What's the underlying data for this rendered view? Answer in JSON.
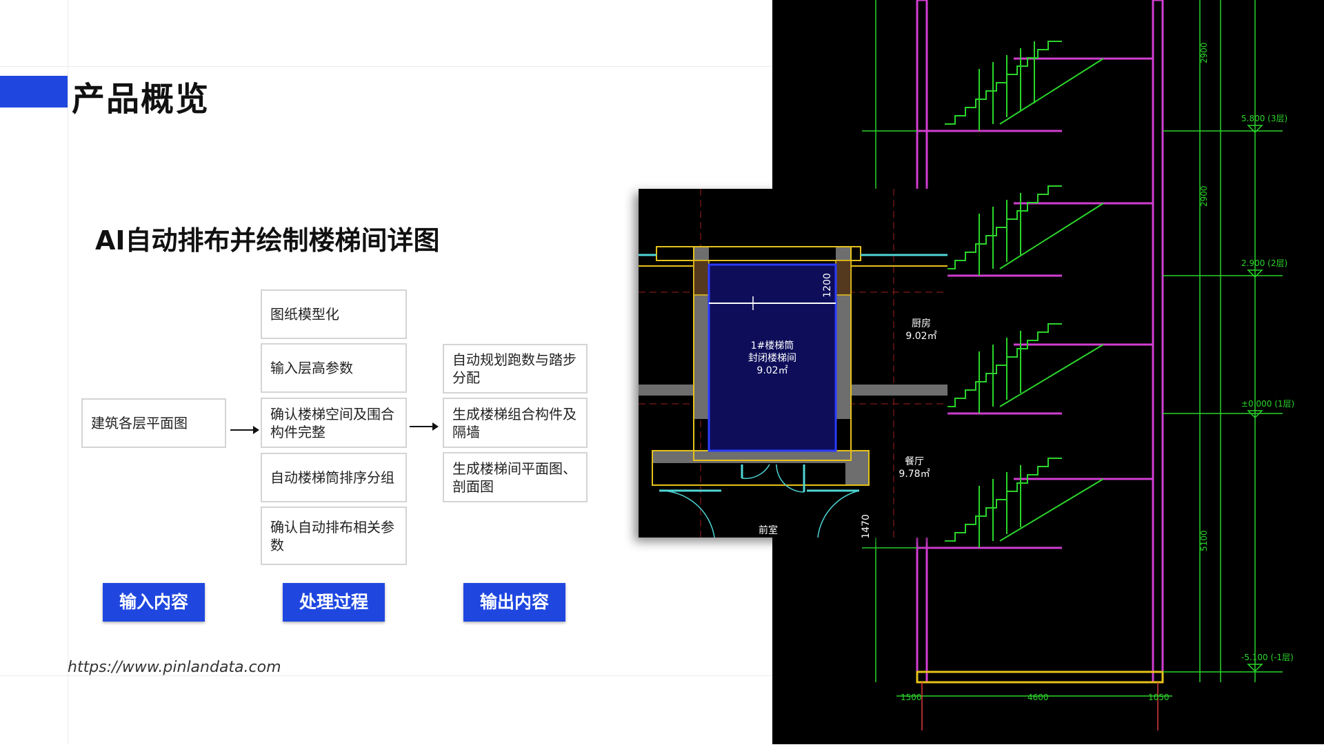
{
  "header": {
    "title": "产品概览"
  },
  "subtitle": "AI自动排布并绘制楼梯间详图",
  "flow": {
    "input": {
      "item": "建筑各层平面图",
      "tag": "输入内容"
    },
    "process": {
      "items": [
        "图纸模型化",
        "输入层高参数",
        "确认楼梯空间及围合构件完整",
        "自动楼梯筒排序分组",
        "确认自动排布相关参数"
      ],
      "tag": "处理过程"
    },
    "output": {
      "items": [
        "自动规划跑数与踏步分配",
        "生成楼梯组合构件及隔墙",
        "生成楼梯间平面图、剖面图"
      ],
      "tag": "输出内容"
    }
  },
  "footer": {
    "url": "https://www.pinlandata.com"
  },
  "plan_inset": {
    "stair_label_1": "1#楼梯筒",
    "stair_label_2": "封闭楼梯间",
    "stair_area": "9.02㎡",
    "kitchen": "厨房",
    "kitchen_area": "9.02㎡",
    "dining": "餐厅",
    "dining_area": "9.78㎡",
    "anteroom": "前室",
    "dim_1200": "1200",
    "dim_1470": "1470"
  },
  "section_drawing": {
    "bottom_dim_left": "1500",
    "bottom_dim_mid": "4600",
    "bottom_dim_right": "1050",
    "elevations": [
      "5.800 (3层)",
      "2.900 (2层)",
      "±0.000 (1层)",
      "-5.100 (-1层)"
    ],
    "floor_labels": [
      "2900",
      "2900",
      "5100"
    ]
  },
  "colors": {
    "accent": "#1f47e0",
    "cad_green": "#2bd62b",
    "cad_magenta": "#d23ed2",
    "cad_yellow": "#e6c21a",
    "cad_cyan": "#4fd6d6"
  }
}
